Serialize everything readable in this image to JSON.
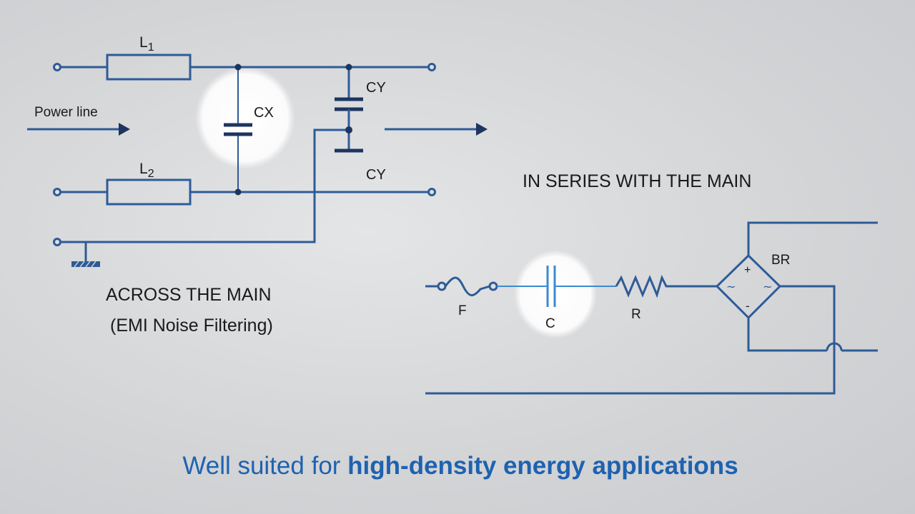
{
  "emi_filter": {
    "labels": {
      "l1": "L",
      "l1_sub": "1",
      "l2": "L",
      "l2_sub": "2",
      "cx": "CX",
      "cy_top": "CY",
      "cy_bottom": "CY",
      "power_line": "Power line"
    },
    "caption_line1": "ACROSS THE MAIN",
    "caption_line2": "(EMI Noise Filtering)"
  },
  "series_circuit": {
    "title": "IN SERIES WITH THE MAIN",
    "labels": {
      "fuse": "F",
      "capacitor": "C",
      "resistor": "R",
      "bridge": "BR",
      "plus": "+",
      "minus": "-",
      "ac_left": "~",
      "ac_right": "~"
    }
  },
  "tagline": {
    "prefix": "Well suited for ",
    "bold": "high-density energy applications"
  },
  "colors": {
    "wire": "#2e5b97",
    "cap_dark": "#1d3560",
    "cap_light": "#3a8ad0",
    "tagline": "#1e62b0"
  }
}
